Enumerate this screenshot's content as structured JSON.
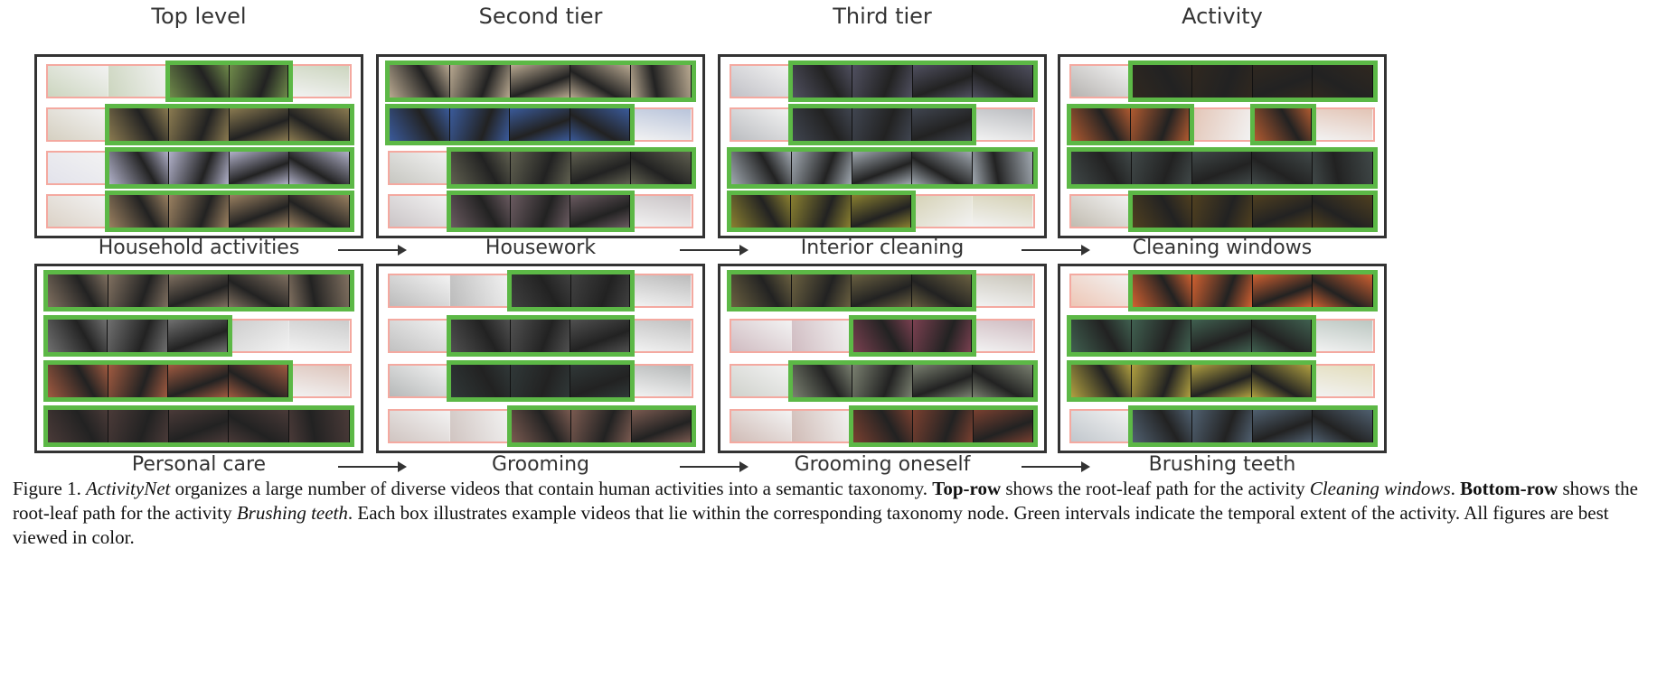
{
  "column_titles": [
    "Top level",
    "Second tier",
    "Third tier",
    "Activity"
  ],
  "rows": [
    {
      "nodes": [
        {
          "label": "Household activities",
          "strips": [
            {
              "color": "#6f8a4a",
              "intervals": [
                [
                  0.4,
                  0.8
                ]
              ]
            },
            {
              "color": "#8a7a50",
              "intervals": [
                [
                  0.2,
                  1.0
                ]
              ]
            },
            {
              "color": "#b0b0c8",
              "intervals": [
                [
                  0.2,
                  1.0
                ]
              ]
            },
            {
              "color": "#9a8060",
              "intervals": [
                [
                  0.2,
                  1.0
                ]
              ]
            }
          ]
        },
        {
          "label": "Housework",
          "strips": [
            {
              "color": "#b8a890",
              "intervals": [
                [
                  0.0,
                  1.0
                ]
              ]
            },
            {
              "color": "#3a5a9a",
              "intervals": [
                [
                  0.0,
                  0.8
                ]
              ]
            },
            {
              "color": "#606050",
              "intervals": [
                [
                  0.2,
                  1.0
                ]
              ]
            },
            {
              "color": "#6a5a60",
              "intervals": [
                [
                  0.2,
                  0.8
                ]
              ]
            }
          ]
        },
        {
          "label": "Interior cleaning",
          "strips": [
            {
              "color": "#505060",
              "intervals": [
                [
                  0.2,
                  1.0
                ]
              ]
            },
            {
              "color": "#404550",
              "intervals": [
                [
                  0.2,
                  0.8
                ]
              ]
            },
            {
              "color": "#a0a8b0",
              "intervals": [
                [
                  0.0,
                  1.0
                ]
              ]
            },
            {
              "color": "#8a8030",
              "intervals": [
                [
                  0.0,
                  0.6
                ]
              ]
            }
          ]
        },
        {
          "label": "Cleaning windows",
          "strips": [
            {
              "color": "#302820",
              "intervals": [
                [
                  0.2,
                  1.0
                ]
              ]
            },
            {
              "color": "#b05a30",
              "intervals": [
                [
                  0.0,
                  0.4
                ],
                [
                  0.6,
                  0.8
                ]
              ]
            },
            {
              "color": "#404848",
              "intervals": [
                [
                  0.0,
                  1.0
                ]
              ]
            },
            {
              "color": "#504020",
              "intervals": [
                [
                  0.2,
                  1.0
                ]
              ]
            }
          ]
        }
      ]
    },
    {
      "nodes": [
        {
          "label": "Personal care",
          "strips": [
            {
              "color": "#807060",
              "intervals": [
                [
                  0.0,
                  1.0
                ]
              ]
            },
            {
              "color": "#707070",
              "intervals": [
                [
                  0.0,
                  0.6
                ]
              ]
            },
            {
              "color": "#a05a40",
              "intervals": [
                [
                  0.0,
                  0.8
                ]
              ]
            },
            {
              "color": "#4a3a38",
              "intervals": [
                [
                  0.0,
                  1.0
                ]
              ]
            }
          ]
        },
        {
          "label": "Grooming",
          "strips": [
            {
              "color": "#404040",
              "intervals": [
                [
                  0.4,
                  0.8
                ]
              ]
            },
            {
              "color": "#505050",
              "intervals": [
                [
                  0.2,
                  0.8
                ]
              ]
            },
            {
              "color": "#303838",
              "intervals": [
                [
                  0.2,
                  0.8
                ]
              ]
            },
            {
              "color": "#7a5a50",
              "intervals": [
                [
                  0.4,
                  1.0
                ]
              ]
            }
          ]
        },
        {
          "label": "Grooming oneself",
          "strips": [
            {
              "color": "#6a6040",
              "intervals": [
                [
                  0.0,
                  0.8
                ]
              ]
            },
            {
              "color": "#7a4050",
              "intervals": [
                [
                  0.4,
                  0.8
                ]
              ]
            },
            {
              "color": "#7a8070",
              "intervals": [
                [
                  0.2,
                  1.0
                ]
              ]
            },
            {
              "color": "#7a4030",
              "intervals": [
                [
                  0.4,
                  1.0
                ]
              ]
            }
          ]
        },
        {
          "label": "Brushing teeth",
          "strips": [
            {
              "color": "#d06030",
              "intervals": [
                [
                  0.2,
                  1.0
                ]
              ]
            },
            {
              "color": "#406050",
              "intervals": [
                [
                  0.0,
                  0.8
                ]
              ]
            },
            {
              "color": "#b0a040",
              "intervals": [
                [
                  0.0,
                  0.8
                ]
              ]
            },
            {
              "color": "#506070",
              "intervals": [
                [
                  0.2,
                  1.0
                ]
              ]
            }
          ]
        }
      ]
    }
  ],
  "caption": {
    "figure_label": "Figure 1.",
    "italic_1": "ActivityNet",
    "text_1": " organizes a large number of diverse videos that contain human activities into a semantic taxonomy. ",
    "bold_1": "Top-row",
    "text_2": " shows the root-leaf path for the activity ",
    "italic_2": "Cleaning windows",
    "text_3": ". ",
    "bold_2": "Bottom-row",
    "text_4": " shows the root-leaf path for the activity ",
    "italic_3": "Brushing teeth",
    "text_5": ". Each box illustrates example videos that lie within the corresponding taxonomy node. Green intervals indicate the temporal extent of the activity. All figures are best viewed in color."
  }
}
